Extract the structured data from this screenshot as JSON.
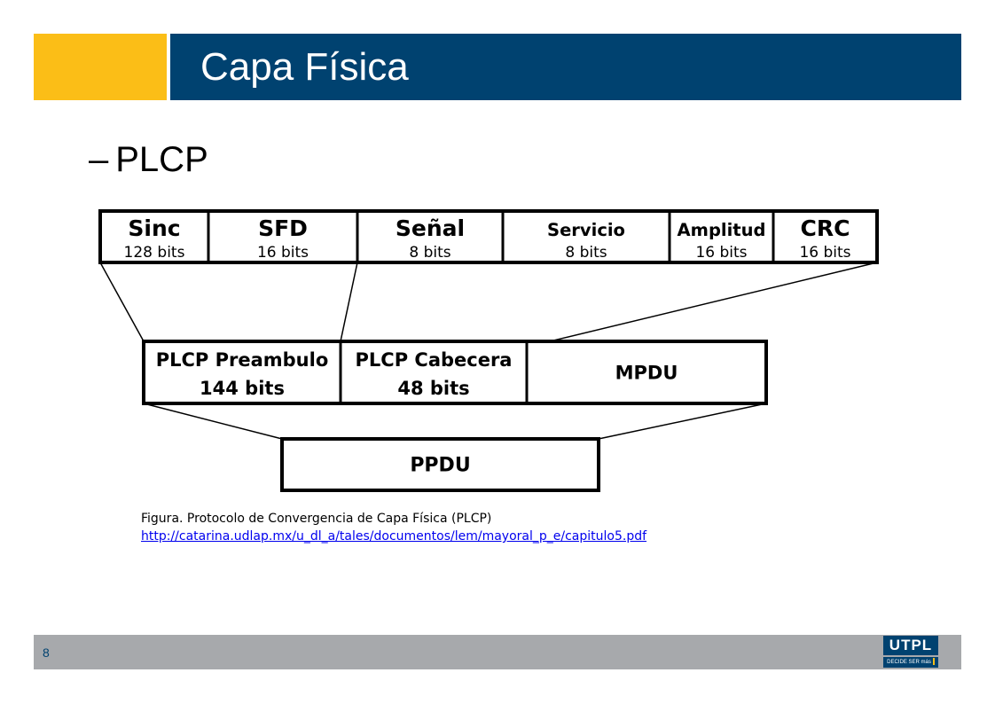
{
  "slide": {
    "title": "Capa Física",
    "bullet_dash": "–",
    "bullet_text": "PLCP",
    "page_number": "8"
  },
  "diagram": {
    "top_row": [
      {
        "name": "Sinc",
        "bits": "128 bits"
      },
      {
        "name": "SFD",
        "bits": "16 bits"
      },
      {
        "name": "Señal",
        "bits": "8 bits"
      },
      {
        "name": "Servicio",
        "bits": "8 bits"
      },
      {
        "name": "Amplitud",
        "bits": "16 bits"
      },
      {
        "name": "CRC",
        "bits": "16 bits"
      }
    ],
    "middle_row": [
      {
        "name": "PLCP Preambulo",
        "bits": "144 bits"
      },
      {
        "name": "PLCP Cabecera",
        "bits": "48 bits"
      },
      {
        "name": "MPDU",
        "bits": ""
      }
    ],
    "bottom_row": [
      {
        "name": "PPDU"
      }
    ]
  },
  "caption": {
    "text": "Figura. Protocolo de Convergencia de Capa Física (PLCP)",
    "link": "http://catarina.udlap.mx/u_dl_a/tales/documentos/lem/mayoral_p_e/capitulo5.pdf"
  },
  "logo": {
    "name": "UTPL",
    "tagline": "DECIDE SER más"
  },
  "colors": {
    "title_bar": "#004270",
    "accent": "#fbbe17",
    "footer": "#a7a9ac"
  }
}
